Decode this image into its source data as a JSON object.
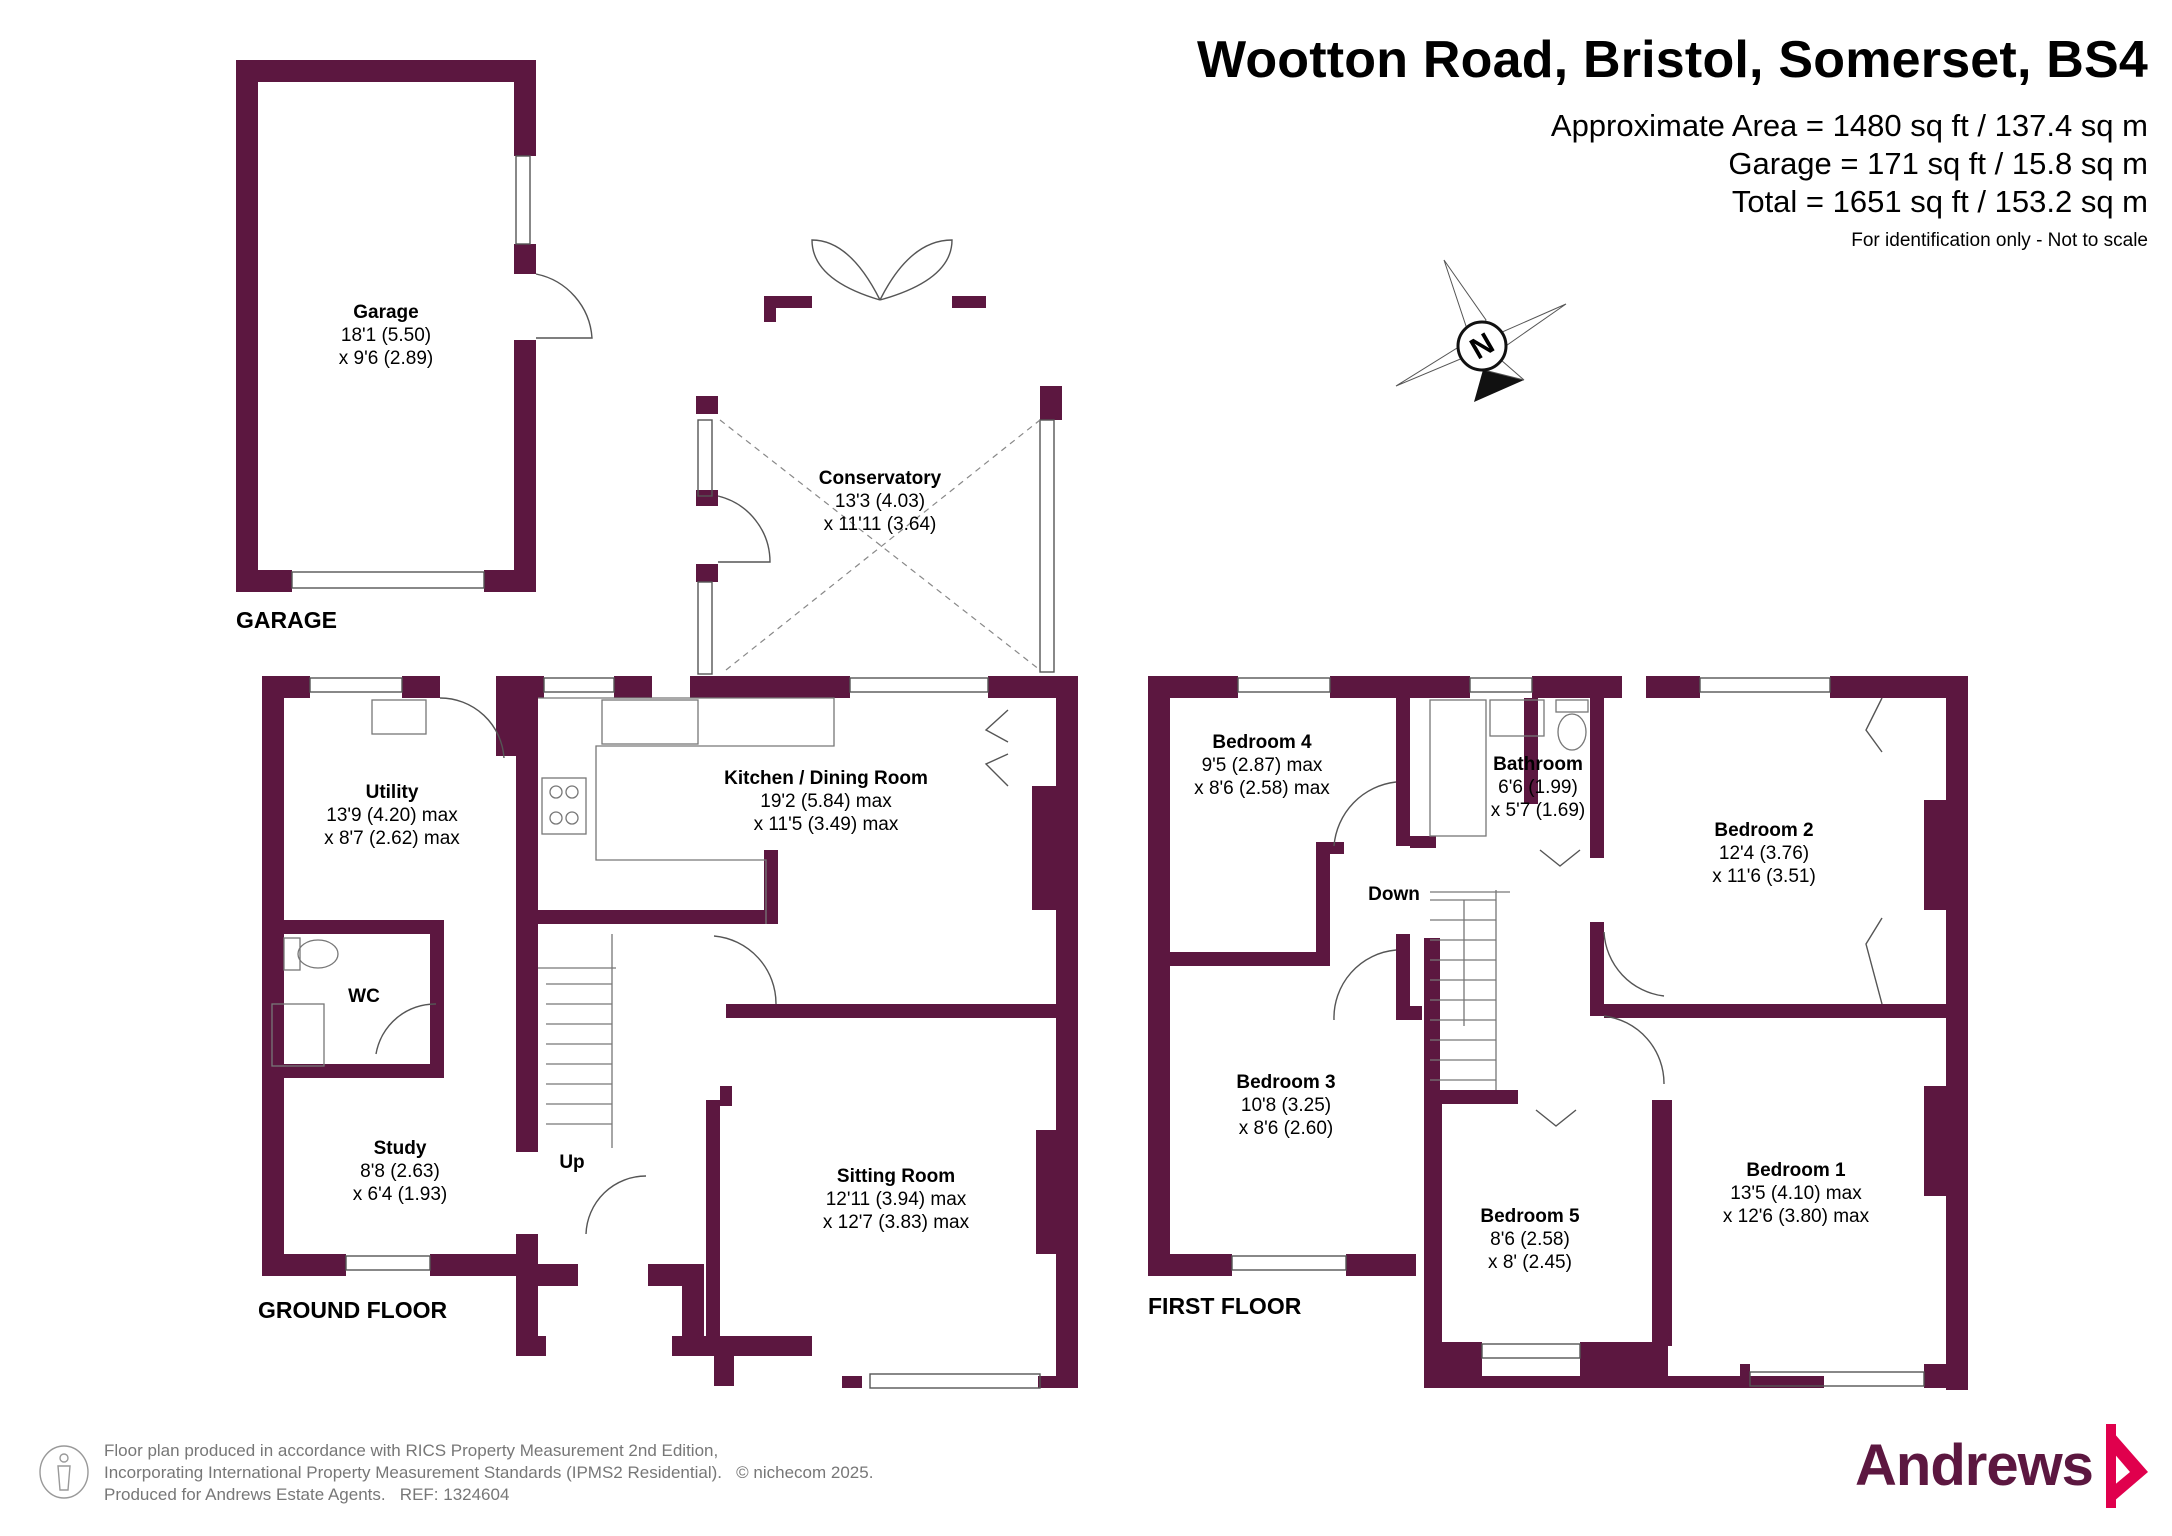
{
  "header": {
    "title": "Wootton Road, Bristol, Somerset, BS4",
    "area_main": "Approximate Area = 1480 sq ft / 137.4 sq m",
    "area_garage": "Garage = 171 sq ft / 15.8 sq m",
    "area_total": "Total = 1651 sq ft / 153.2 sq m",
    "disclaimer": "For identification only - Not to scale"
  },
  "compass": {
    "label": "N"
  },
  "floors": {
    "garage": "GARAGE",
    "ground": "GROUND FLOOR",
    "first": "FIRST FLOOR"
  },
  "rooms": {
    "garage": {
      "name": "Garage",
      "dim1": "18'1 (5.50)",
      "dim2": "x 9'6 (2.89)"
    },
    "conservatory": {
      "name": "Conservatory",
      "dim1": "13'3 (4.03)",
      "dim2": "x 11'11 (3.64)"
    },
    "kitchen": {
      "name": "Kitchen / Dining Room",
      "dim1": "19'2 (5.84) max",
      "dim2": "x 11'5 (3.49) max"
    },
    "utility": {
      "name": "Utility",
      "dim1": "13'9 (4.20) max",
      "dim2": "x 8'7 (2.62) max"
    },
    "wc": {
      "name": "WC"
    },
    "study": {
      "name": "Study",
      "dim1": "8'8 (2.63)",
      "dim2": "x 6'4 (1.93)"
    },
    "sitting": {
      "name": "Sitting Room",
      "dim1": "12'11 (3.94) max",
      "dim2": "x 12'7 (3.83) max"
    },
    "bedroom4": {
      "name": "Bedroom 4",
      "dim1": "9'5 (2.87) max",
      "dim2": "x 8'6 (2.58) max"
    },
    "bathroom": {
      "name": "Bathroom",
      "dim1": "6'6 (1.99)",
      "dim2": "x 5'7 (1.69)"
    },
    "bedroom2": {
      "name": "Bedroom 2",
      "dim1": "12'4 (3.76)",
      "dim2": "x 11'6 (3.51)"
    },
    "bedroom3": {
      "name": "Bedroom 3",
      "dim1": "10'8 (3.25)",
      "dim2": "x 8'6 (2.60)"
    },
    "bedroom5": {
      "name": "Bedroom 5",
      "dim1": "8'6 (2.58)",
      "dim2": "x 8' (2.45)"
    },
    "bedroom1": {
      "name": "Bedroom 1",
      "dim1": "13'5 (4.10) max",
      "dim2": "x 12'6 (3.80) max"
    }
  },
  "stairs": {
    "up": "Up",
    "down": "Down"
  },
  "footer": {
    "line1": "Floor plan produced in accordance with RICS Property Measurement 2nd Edition,",
    "line2": "Incorporating International Property Measurement Standards (IPMS2 Residential).",
    "copyright": "© nichecom 2025.",
    "line3": "Produced for Andrews Estate Agents.",
    "ref": "REF:  1324604"
  },
  "brand": {
    "name": "Andrews",
    "color": "#5c1740"
  },
  "colors": {
    "wall": "#5c1740"
  }
}
